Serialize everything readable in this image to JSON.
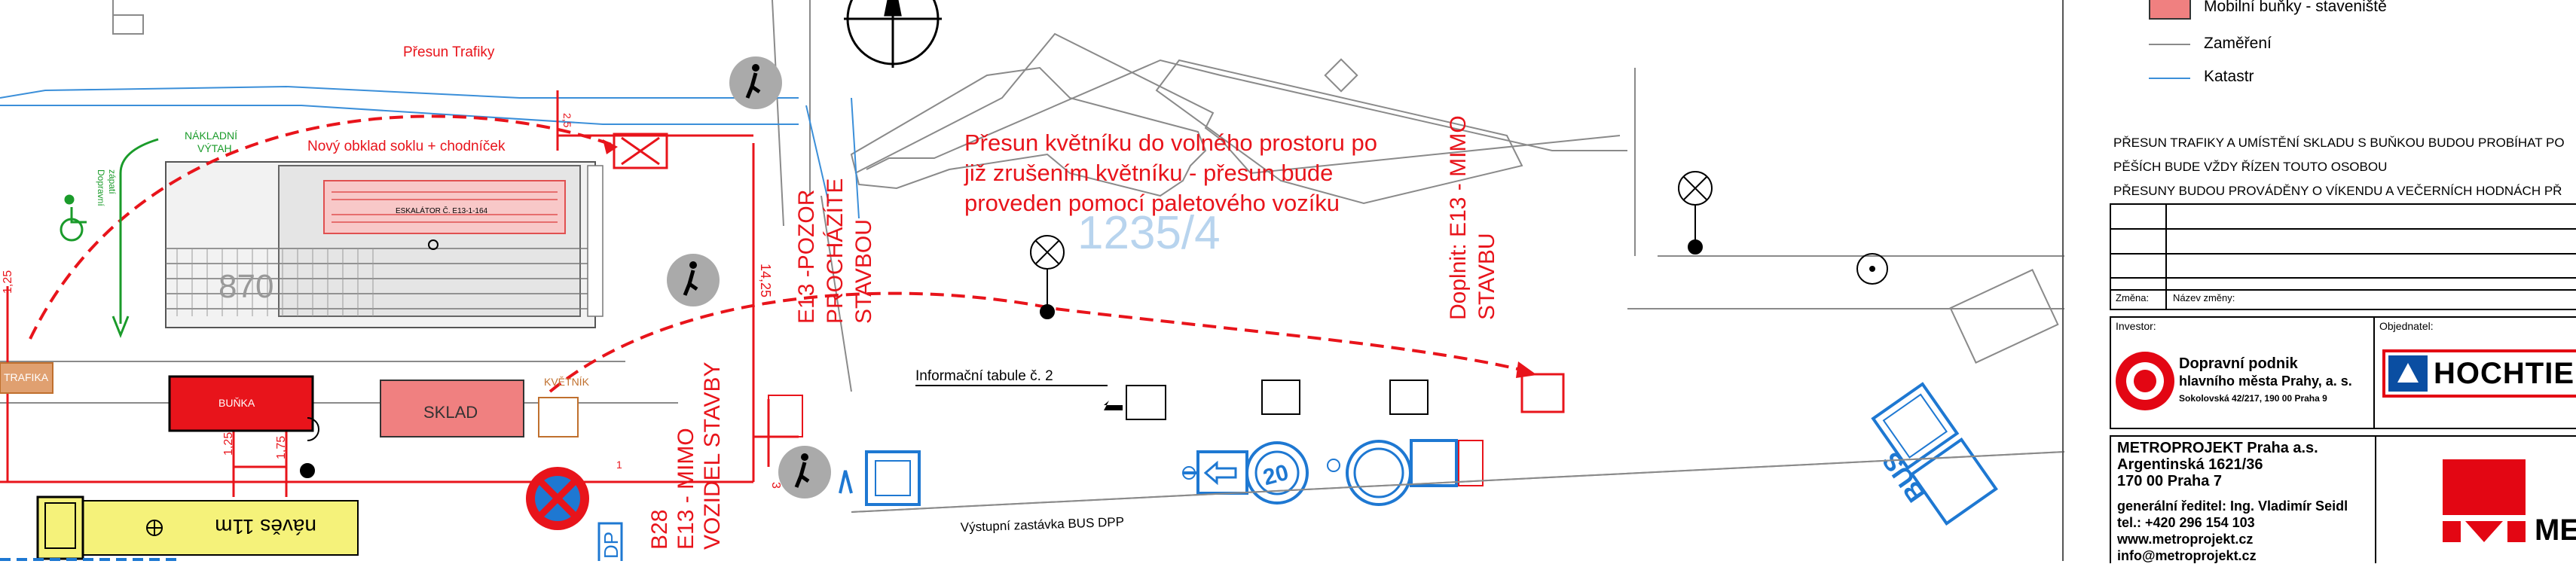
{
  "legend": {
    "mobile_cells": "Mobilní buňky - staveniště",
    "survey": "Zaměření",
    "cadastre": "Katastr",
    "color_mobile": "#f08080",
    "color_survey": "#8a8a8a",
    "color_cadastre": "#3b8fd9"
  },
  "notes": {
    "line1": "PŘESUN TRAFIKY A UMÍSTĚNÍ SKLADU S BUŇKOU BUDOU PROBÍHAT PO",
    "line2": "PĚŠÍCH  BUDE VŽDY ŘÍZEN TOUTO OSOBOU",
    "line3": "PŘESUNY BUDOU PROVÁDĚNY O VÍKENDU A VEČERNÍCH HODNÁCH PŘ"
  },
  "title_block": {
    "change_label": "Změna:",
    "change_name_label": "Název změny:",
    "investor_label": "Investor:",
    "client_label": "Objednatel:",
    "investor_name_1": "Dopravní podnik",
    "investor_name_2": "hlavního města Prahy, a. s.",
    "investor_address": "Sokolovská 42/217, 190 00  Praha 9",
    "client_name": "HOCHTIEF",
    "designer_1": "METROPROJEKT Praha a.s.",
    "designer_2": "Argentinská 1621/36",
    "designer_3": "170 00 Praha 7",
    "designer_4": "generální ředitel: Ing. Vladimír Seidl",
    "designer_5": "tel.: +420 296 154 103",
    "designer_6": "www.metroprojekt.cz",
    "designer_7": "info@metroprojekt.cz",
    "designer_logo": "MET",
    "brand_red": "#e30613",
    "hochtief_blue": "#0a4ea2"
  },
  "plan": {
    "presun_trafiky": "Přesun Trafiky",
    "novy_obklad": "Nový obklad soklu + chodníček",
    "nakladni_1": "NÁKLADNÍ",
    "nakladni_2": "VÝTAH",
    "eskalator": "ESKALÁTOR Č. E13-1-164",
    "number_870": "870",
    "parcel_number": "1235/4",
    "note_1": "Přesun květníku do volného prostoru po",
    "note_2": "již zrušením květníku - přesun bude",
    "note_3": "proveden pomocí paletového vozíku",
    "e13_pozor_1": "E13 -POZOR",
    "e13_pozor_2": "PROCHÁZÍTE",
    "e13_pozor_3": "STAVBOU",
    "doplnit_1": "Doplnit: E13 - MIMO",
    "doplnit_2": "STAVBU",
    "b28_1": "B28",
    "b28_2": "E13 - MIMO",
    "b28_3": "VOZIDEL STAVBY",
    "trafika": "TRAFIKA",
    "bunka": "BUŇKA",
    "sklad": "SKLAD",
    "kvetnik": "KVĚTNÍK",
    "info_tabule": "Informační tabule č. 2",
    "zastavka": "Výstupní zastávka BUS DPP",
    "navés": "návěs 11m",
    "dim_25": "2,5",
    "dim_1425": "14,25",
    "dim_125a": "1,25",
    "dim_125b": "1,25",
    "dim_175": "1,75",
    "dim_3": "3",
    "dim_1": "1",
    "speed_20": "20",
    "bus_label": "BUS",
    "dp_label": "DP",
    "disabled_1": "Dopravní",
    "disabled_2": "zápatí",
    "red": "#e8141b",
    "blue": "#1e78d2",
    "yellow": "#f5f27a"
  }
}
